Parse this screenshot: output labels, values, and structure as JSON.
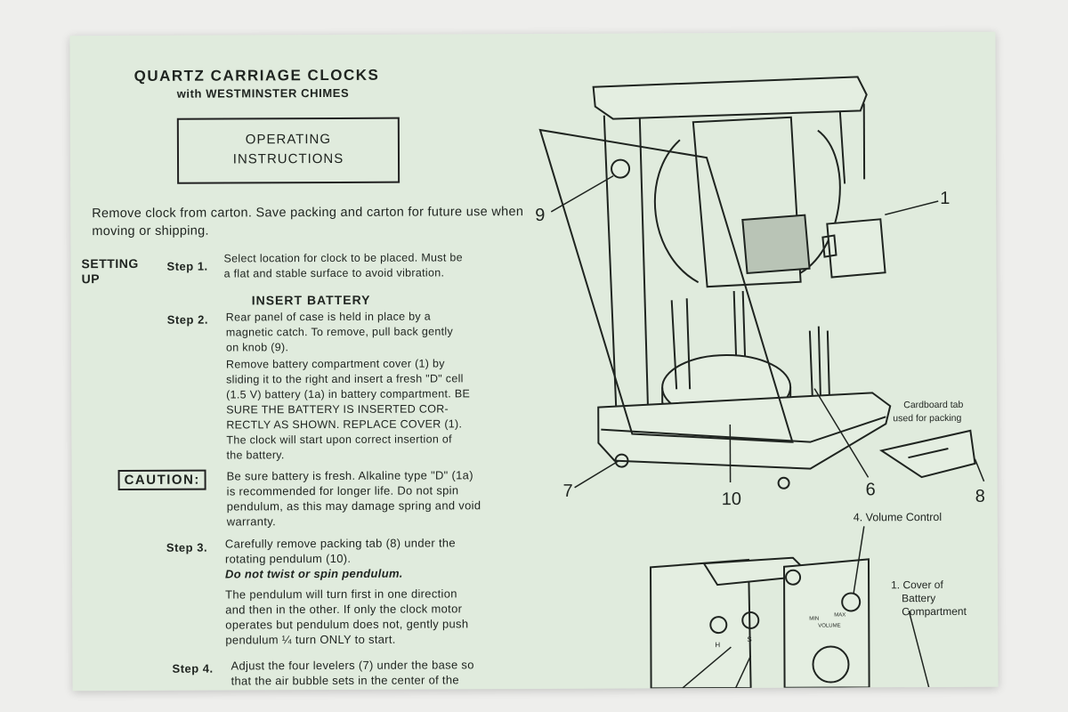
{
  "title": "QUARTZ CARRIAGE CLOCKS",
  "subtitle": "with WESTMINSTER CHIMES",
  "operating_box": {
    "line1": "OPERATING",
    "line2": "INSTRUCTIONS"
  },
  "intro": "Remove clock from carton. Save packing and carton for future use when moving or shipping.",
  "section": {
    "line1": "SETTING",
    "line2": "UP"
  },
  "step1": {
    "label": "Step 1.",
    "line1": "Select location for clock to be placed. Must be",
    "line2": "a flat and stable surface to avoid vibration."
  },
  "insert_battery": "INSERT BATTERY",
  "step2": {
    "label": "Step 2.",
    "lines": [
      "Rear panel of case is held in place by a",
      "magnetic catch. To remove, pull back gently",
      "on knob (9).",
      "Remove battery compartment cover (1) by",
      "sliding it to the right and insert a fresh \"D\" cell",
      "(1.5 V) battery (1a) in battery compartment. BE",
      "SURE THE BATTERY IS INSERTED COR-",
      "RECTLY AS SHOWN. REPLACE COVER (1).",
      "The clock will start upon correct insertion of",
      "the battery."
    ]
  },
  "caution": {
    "label": "CAUTION:",
    "lines": [
      "Be sure battery is fresh. Alkaline type \"D\" (1a)",
      "is recommended for longer life. Do not spin",
      "pendulum, as this may damage spring and void",
      "warranty."
    ]
  },
  "step3": {
    "label": "Step 3.",
    "line1": "Carefully remove packing tab (8)  under the",
    "line2": "rotating pendulum (10).",
    "emphasis": "Do not twist or spin pendulum.",
    "lines": [
      "The pendulum will turn first in one direction",
      "and then in the other. If only the clock motor",
      "operates but pendulum does not, gently push",
      "pendulum ¼ turn ONLY to start."
    ]
  },
  "step4": {
    "label": "Step 4.",
    "line1": "Adjust the four levelers (7) under the base so",
    "line2": "that the air bubble sets in the center of the"
  },
  "diagram": {
    "callouts": {
      "n1": "1",
      "n6": "6",
      "n7": "7",
      "n8": "8",
      "n9": "9",
      "n10": "10"
    },
    "cardboard_tab_line1": "Cardboard tab",
    "cardboard_tab_line2": "used for packing",
    "volume_control": "4. Volume Control",
    "cover_line1": "1. Cover of",
    "cover_line2": "Battery",
    "cover_line3": "Compartment",
    "knob_h": "H",
    "knob_s": "S",
    "vol_min": "MIN",
    "vol_max": "MAX",
    "vol_word": "VOLUME"
  },
  "colors": {
    "paper": "#e0ebdd",
    "ink": "#1f2420",
    "background": "#eeeeec"
  }
}
